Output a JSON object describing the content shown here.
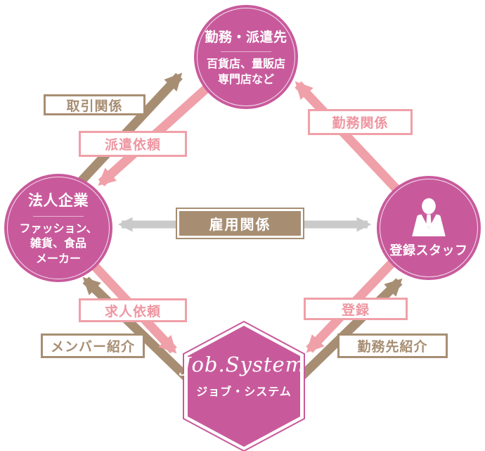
{
  "diagram": {
    "nodes": {
      "work_dispatch": {
        "title": "勤務・派遣先",
        "subtitle": "百貨店、量販店\n専門店など"
      },
      "corporate": {
        "title": "法人企業",
        "subtitle": "ファッション、\n雑貨、食品\nメーカー"
      },
      "registered_staff": {
        "title": "登録スタッフ",
        "icon": "person-icon"
      },
      "job_system": {
        "title": "Job.System",
        "subtitle": "ジョブ・システム"
      }
    },
    "relations": {
      "trade": {
        "label": "取引関係",
        "style": "brown-outline"
      },
      "dispatch_request": {
        "label": "派遣依頼",
        "style": "pink-outline"
      },
      "work_relation": {
        "label": "勤務関係",
        "style": "pink-outline"
      },
      "employment": {
        "label": "雇用関係",
        "style": "brown-filled"
      },
      "job_request": {
        "label": "求人依頼",
        "style": "pink-outline"
      },
      "member_referral": {
        "label": "メンバー紹介",
        "style": "brown-outline"
      },
      "registration": {
        "label": "登録",
        "style": "pink-outline"
      },
      "workplace_referral": {
        "label": "勤務先紹介",
        "style": "brown-outline"
      }
    },
    "colors": {
      "node_pink": "#c85a9c",
      "arrow_pink": "#f0a0a8",
      "arrow_brown": "#a78e73",
      "arrow_gray": "#cacaca"
    }
  }
}
